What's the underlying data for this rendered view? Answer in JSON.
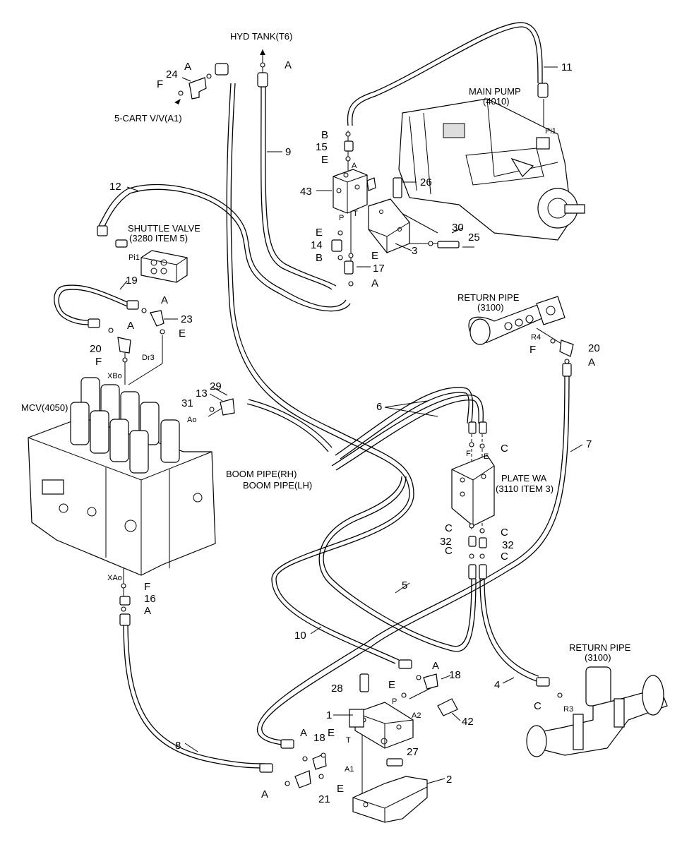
{
  "components": {
    "hyd_tank": "HYD TANK(T6)",
    "main_pump": "MAIN PUMP",
    "main_pump_code": "(4010)",
    "shuttle_valve": "SHUTTLE VALVE",
    "shuttle_valve_code": "(3280 ITEM 5)",
    "cart_valve": "5-CART V/V(A1)",
    "return_pipe_upper": "RETURN PIPE",
    "return_pipe_upper_code": "(3100)",
    "return_pipe_lower": "RETURN PIPE",
    "return_pipe_lower_code": "(3100)",
    "mcv": "MCV(4050)",
    "boom_rh": "BOOM PIPE(RH)",
    "boom_lh": "BOOM PIPE(LH)",
    "plate": "PLATE WA",
    "plate_code": "(3110 ITEM 3)"
  },
  "ports": {
    "pi1_pump": "Pi1",
    "pi1_shuttle": "Pi1",
    "a_block": "A",
    "p_block": "P",
    "t_block": "T",
    "xbo": "XBo",
    "dr3": "Dr3",
    "ao": "Ao",
    "xao": "XAo",
    "r4": "R4",
    "r3": "R3",
    "p_lower": "P",
    "t_lower": "T",
    "a1_lower": "A1",
    "a2_lower": "A2",
    "f_plate": "F",
    "e_plate": "E"
  },
  "callouts": [
    {
      "id": "n24",
      "text": "24"
    },
    {
      "id": "nA1",
      "text": "A"
    },
    {
      "id": "nF1",
      "text": "F"
    },
    {
      "id": "nA2",
      "text": "A"
    },
    {
      "id": "n11",
      "text": "11"
    },
    {
      "id": "n9",
      "text": "9"
    },
    {
      "id": "nB1",
      "text": "B"
    },
    {
      "id": "n15",
      "text": "15"
    },
    {
      "id": "nE1",
      "text": "E"
    },
    {
      "id": "n43",
      "text": "43"
    },
    {
      "id": "n26",
      "text": "26"
    },
    {
      "id": "n12",
      "text": "12"
    },
    {
      "id": "n30",
      "text": "30"
    },
    {
      "id": "n25",
      "text": "25"
    },
    {
      "id": "nE2",
      "text": "E"
    },
    {
      "id": "n14",
      "text": "14"
    },
    {
      "id": "nB2",
      "text": "B"
    },
    {
      "id": "nE3",
      "text": "E"
    },
    {
      "id": "n3",
      "text": "3"
    },
    {
      "id": "n17",
      "text": "17"
    },
    {
      "id": "nA3",
      "text": "A"
    },
    {
      "id": "n19",
      "text": "19"
    },
    {
      "id": "nA4",
      "text": "A"
    },
    {
      "id": "n23",
      "text": "23"
    },
    {
      "id": "nA5",
      "text": "A"
    },
    {
      "id": "nE4",
      "text": "E"
    },
    {
      "id": "n20a",
      "text": "20"
    },
    {
      "id": "nF2",
      "text": "F"
    },
    {
      "id": "n20b",
      "text": "20"
    },
    {
      "id": "nF3",
      "text": "F"
    },
    {
      "id": "nA6",
      "text": "A"
    },
    {
      "id": "n29",
      "text": "29"
    },
    {
      "id": "n13",
      "text": "13"
    },
    {
      "id": "n31",
      "text": "31"
    },
    {
      "id": "n6",
      "text": "6"
    },
    {
      "id": "n7",
      "text": "7"
    },
    {
      "id": "nC1",
      "text": "C"
    },
    {
      "id": "nC2",
      "text": "C"
    },
    {
      "id": "nC3",
      "text": "C"
    },
    {
      "id": "n32a",
      "text": "32"
    },
    {
      "id": "n32b",
      "text": "32"
    },
    {
      "id": "nC4",
      "text": "C"
    },
    {
      "id": "nC5",
      "text": "C"
    },
    {
      "id": "n5",
      "text": "5"
    },
    {
      "id": "nF4",
      "text": "F"
    },
    {
      "id": "n16",
      "text": "16"
    },
    {
      "id": "nA7",
      "text": "A"
    },
    {
      "id": "n10",
      "text": "10"
    },
    {
      "id": "nA8",
      "text": "A"
    },
    {
      "id": "n18a",
      "text": "18"
    },
    {
      "id": "n28",
      "text": "28"
    },
    {
      "id": "nE5",
      "text": "E"
    },
    {
      "id": "n4",
      "text": "4"
    },
    {
      "id": "nC6",
      "text": "C"
    },
    {
      "id": "n1",
      "text": "1"
    },
    {
      "id": "n42",
      "text": "42"
    },
    {
      "id": "n8",
      "text": "8"
    },
    {
      "id": "nA9",
      "text": "A"
    },
    {
      "id": "n18b",
      "text": "18"
    },
    {
      "id": "nE6",
      "text": "E"
    },
    {
      "id": "n27",
      "text": "27"
    },
    {
      "id": "nA10",
      "text": "A"
    },
    {
      "id": "n21",
      "text": "21"
    },
    {
      "id": "nE7",
      "text": "E"
    },
    {
      "id": "n2",
      "text": "2"
    }
  ]
}
